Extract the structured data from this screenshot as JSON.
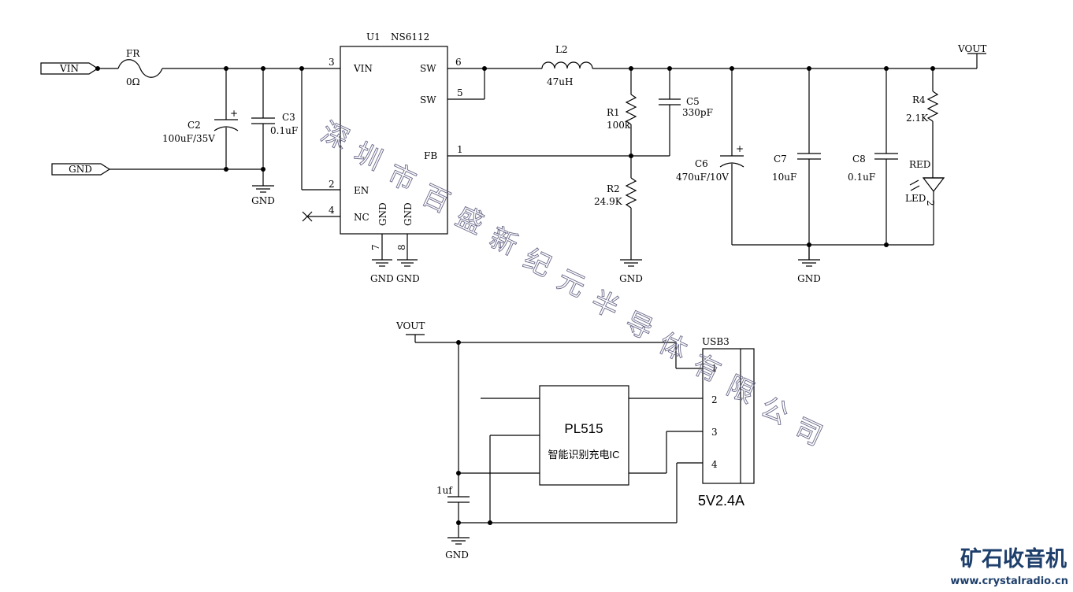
{
  "ports": {
    "vin": "VIN",
    "gnd": "GND",
    "vout_top": "VOUT",
    "vout_bottom": "VOUT"
  },
  "ic": {
    "ref": "U1",
    "part": "NS6112",
    "pins": [
      {
        "num": "3",
        "name": "VIN"
      },
      {
        "num": "6",
        "name": "SW"
      },
      {
        "num": "5",
        "name": "SW"
      },
      {
        "num": "1",
        "name": "FB"
      },
      {
        "num": "2",
        "name": "EN"
      },
      {
        "num": "4",
        "name": "NC"
      },
      {
        "num": "7",
        "name": "GND"
      },
      {
        "num": "8",
        "name": "GND"
      }
    ]
  },
  "components": {
    "fr": {
      "ref": "FR",
      "value": "0Ω"
    },
    "c2": {
      "ref": "C2",
      "value": "100uF/35V"
    },
    "c3": {
      "ref": "C3",
      "value": "0.1uF"
    },
    "l2": {
      "ref": "L2",
      "value": "47uH"
    },
    "r1": {
      "ref": "R1",
      "value": "100k"
    },
    "r2": {
      "ref": "R2",
      "value": "24.9K"
    },
    "c5": {
      "ref": "C5",
      "value": "330pF"
    },
    "c6": {
      "ref": "C6",
      "value": "470uF/10V"
    },
    "c7": {
      "ref": "C7",
      "value": "10uF"
    },
    "c8": {
      "ref": "C8",
      "value": "0.1uF"
    },
    "r4": {
      "ref": "R4",
      "value": "2.1K"
    },
    "led": {
      "ref_top": "RED",
      "ref_bottom": "LED",
      "pin": "2"
    },
    "c_usb": {
      "value": "1uf"
    }
  },
  "gnd_labels": [
    "GND",
    "GND",
    "GND",
    "GND",
    "GND",
    "GND"
  ],
  "pl515": {
    "name": "PL515",
    "desc": "智能识别充电IC"
  },
  "usb": {
    "ref": "USB3",
    "pins": [
      "1",
      "2",
      "3",
      "4"
    ],
    "rating": "5V2.4A"
  },
  "watermark": [
    "深",
    "圳",
    "市",
    "百",
    "盛",
    "新",
    "纪",
    "元",
    "半",
    "导",
    "体",
    "有",
    "限",
    "公",
    "司"
  ],
  "logo": {
    "title": "矿石收音机",
    "url": "www.crystalradio.cn"
  },
  "colors": {
    "ink": "#000000",
    "watermark": "#6a6a8a",
    "logo": "#1e3f6b"
  }
}
